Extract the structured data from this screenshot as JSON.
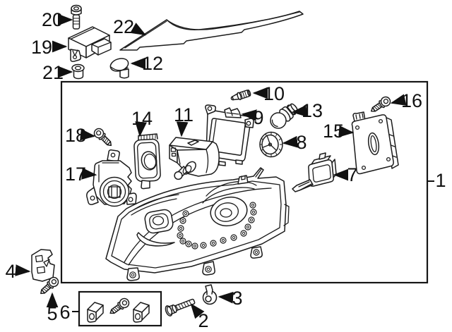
{
  "diagram": {
    "type": "exploded-parts-diagram",
    "subject": "headlamp-components",
    "palette": {
      "ink": "#1b1b1b",
      "background": "#ffffff"
    },
    "callouts": [
      {
        "number": "1",
        "name": "headlamp-assembly-group"
      },
      {
        "number": "2",
        "name": "mounting-bolt"
      },
      {
        "number": "3",
        "name": "retaining-nut"
      },
      {
        "number": "4",
        "name": "mounting-bracket"
      },
      {
        "number": "5",
        "name": "bracket-screw"
      },
      {
        "number": "6",
        "name": "hardware-kit"
      },
      {
        "number": "7",
        "name": "hid-bulb"
      },
      {
        "number": "8",
        "name": "round-cover-cap"
      },
      {
        "number": "9",
        "name": "retaining-frame"
      },
      {
        "number": "10",
        "name": "small-bulb"
      },
      {
        "number": "11",
        "name": "leveling-motor"
      },
      {
        "number": "12",
        "name": "hole-cap"
      },
      {
        "number": "13",
        "name": "bulb-socket"
      },
      {
        "number": "14",
        "name": "bracket-plate"
      },
      {
        "number": "15",
        "name": "control-module"
      },
      {
        "number": "16",
        "name": "module-screw"
      },
      {
        "number": "17",
        "name": "igniter-unit"
      },
      {
        "number": "18",
        "name": "igniter-screw"
      },
      {
        "number": "19",
        "name": "upper-control-module"
      },
      {
        "number": "20",
        "name": "module-bolt"
      },
      {
        "number": "21",
        "name": "grommet"
      },
      {
        "number": "22",
        "name": "trim-strip"
      }
    ]
  }
}
